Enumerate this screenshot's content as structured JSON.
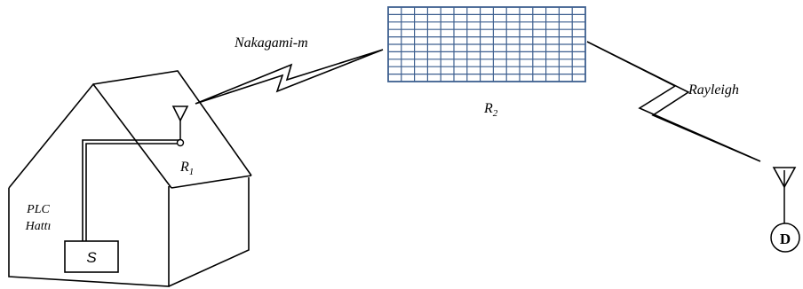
{
  "links": {
    "r1_r2": "Nakagami-m",
    "r2_d": "Rayleigh"
  },
  "nodes": {
    "r1": {
      "main": "R",
      "sub": "1"
    },
    "r2": {
      "main": "R",
      "sub": "2"
    },
    "source": "S",
    "destination": "D"
  },
  "plc": {
    "line1": "PLC",
    "line2": "Hattı"
  },
  "colors": {
    "ris_grid": "#3d5f8f",
    "stroke": "#000000"
  },
  "ris": {
    "rows": 10,
    "cols": 15
  }
}
